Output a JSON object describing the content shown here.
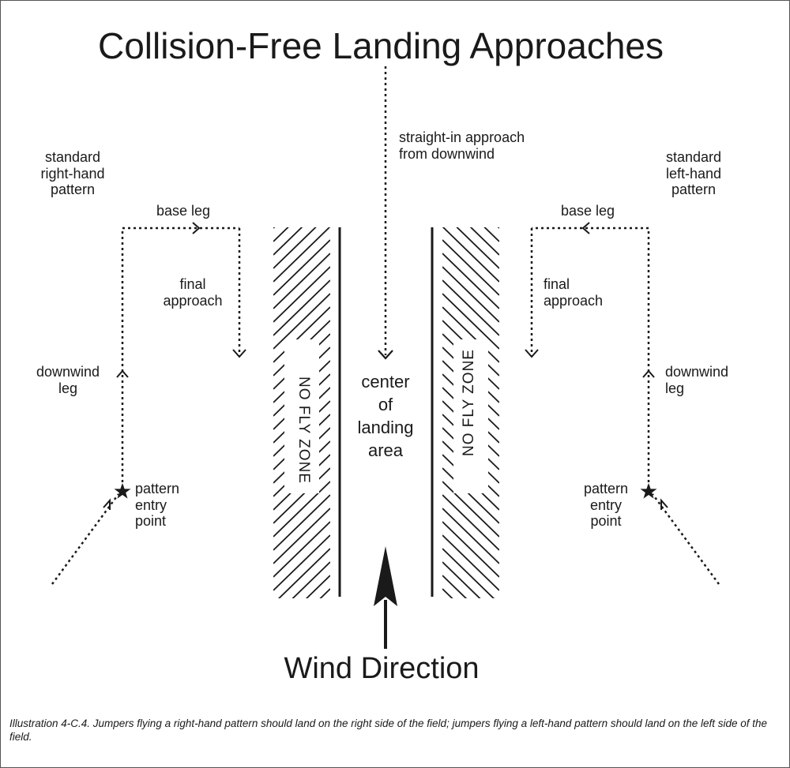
{
  "title": "Collision-Free Landing Approaches",
  "straight_in": [
    "straight-in approach",
    "from downwind"
  ],
  "right_pattern": {
    "heading": [
      "standard",
      "right-hand",
      "pattern"
    ],
    "base_leg": "base leg",
    "final_approach": [
      "final",
      "approach"
    ],
    "downwind_leg": [
      "downwind",
      "leg"
    ],
    "entry_point": [
      "pattern",
      "entry",
      "point"
    ]
  },
  "left_pattern": {
    "heading": [
      "standard",
      "left-hand",
      "pattern"
    ],
    "base_leg": "base leg",
    "final_approach": [
      "final",
      "approach"
    ],
    "downwind_leg": [
      "downwind",
      "leg"
    ],
    "entry_point": [
      "pattern",
      "entry",
      "point"
    ]
  },
  "center_label": [
    "center",
    "of",
    "landing",
    "area"
  ],
  "no_fly_zone": "NO FLY ZONE",
  "wind_direction": "Wind Direction",
  "caption": "Illustration 4-C.4. Jumpers flying a right-hand pattern should land on the right side of the field; jumpers flying a left-hand pattern should land on the left side of the field.",
  "colors": {
    "ink": "#1a1a1a",
    "frame": "#555555",
    "background": "#ffffff"
  }
}
